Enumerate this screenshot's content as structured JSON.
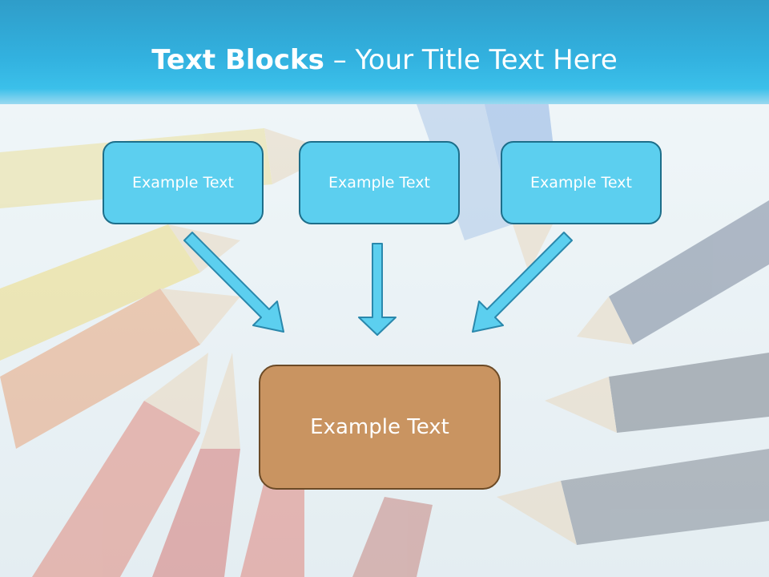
{
  "slide": {
    "title_bold": "Text Blocks",
    "title_separator": " – ",
    "title_rest": "Your Title Text Here"
  },
  "blocks": [
    {
      "label": "Example Text"
    },
    {
      "label": "Example Text"
    },
    {
      "label": "Example Text"
    }
  ],
  "result_block": {
    "label": "Example Text"
  },
  "colors": {
    "header": "#32b1df",
    "block_fill": "#5ccfef",
    "block_border": "#1d6e8a",
    "result_fill": "#c99461",
    "arrow_fill": "#5ccfef"
  }
}
